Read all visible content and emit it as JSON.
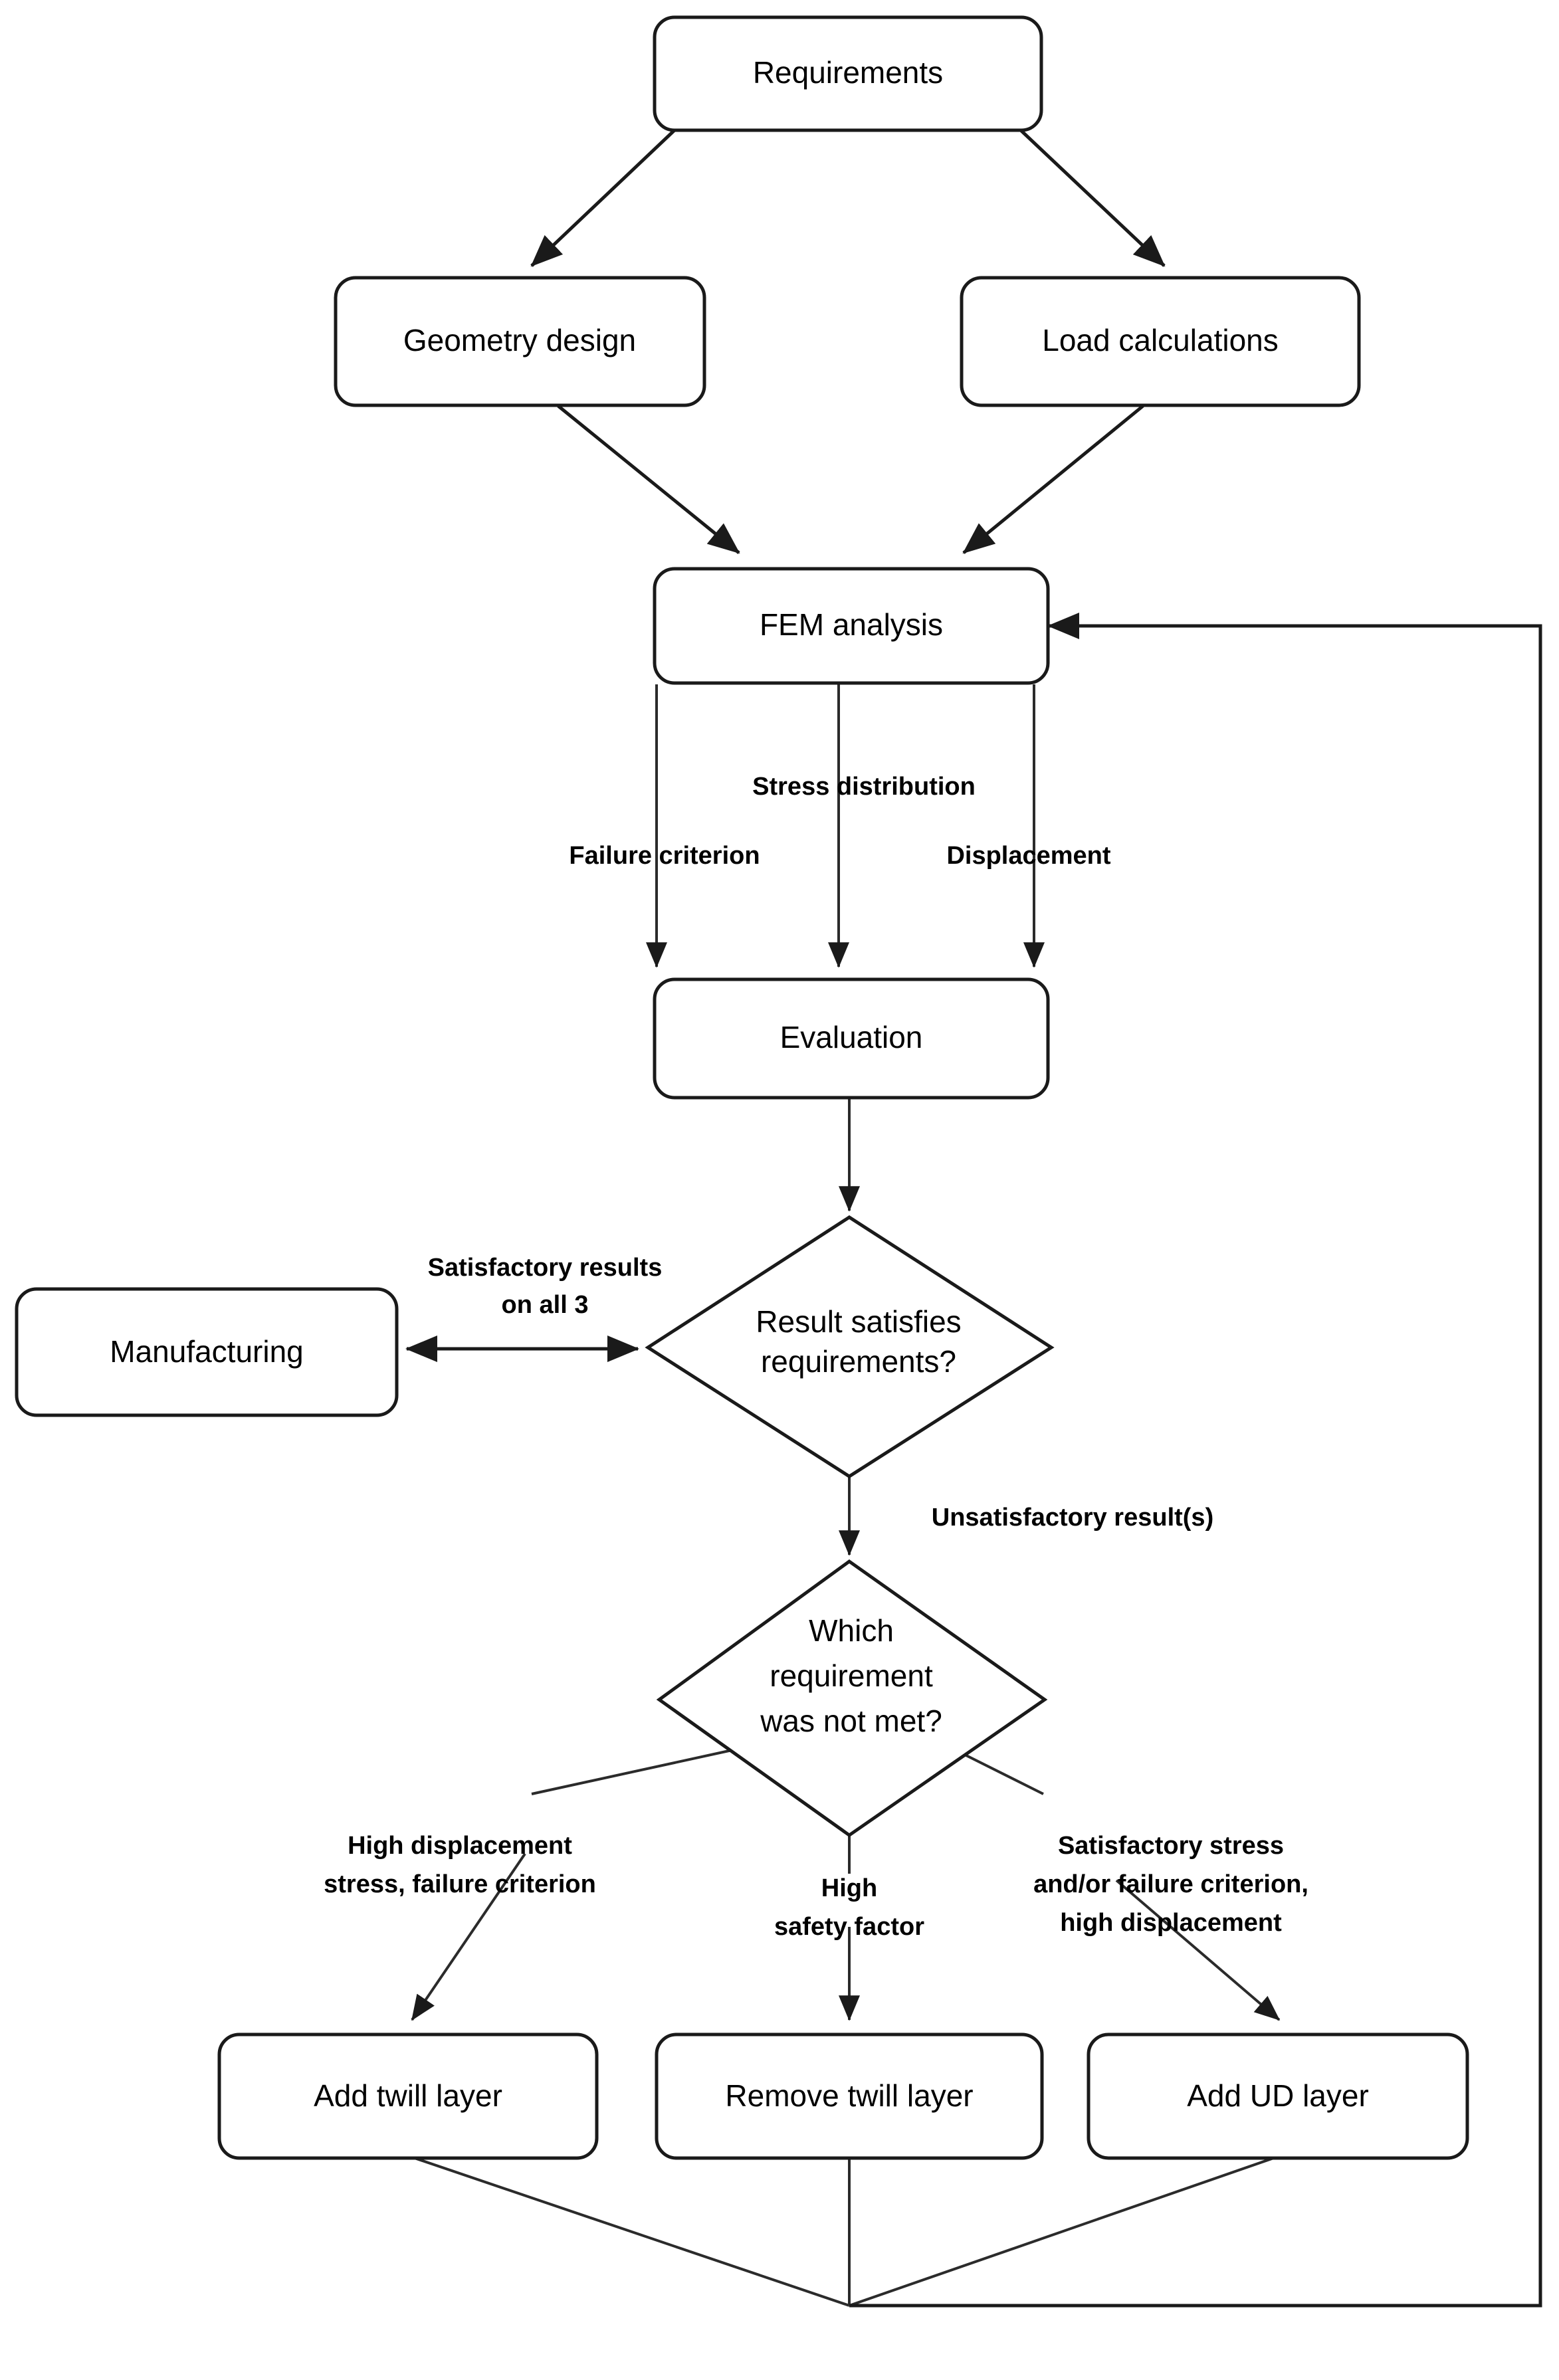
{
  "diagram": {
    "title": "Composite design iteration flowchart",
    "type": "flowchart",
    "colors": {
      "stroke": "#1a1a1a",
      "fill": "#ffffff",
      "text": "#000000",
      "background": "#ffffff"
    },
    "nodes": {
      "requirements": {
        "label": "Requirements",
        "shape": "rounded-rect"
      },
      "geometry_design": {
        "label": "Geometry design",
        "shape": "rounded-rect"
      },
      "load_calculations": {
        "label": "Load calculations",
        "shape": "rounded-rect"
      },
      "fem_analysis": {
        "label": "FEM analysis",
        "shape": "rounded-rect"
      },
      "evaluation": {
        "label": "Evaluation",
        "shape": "rounded-rect"
      },
      "manufacturing": {
        "label": "Manufacturing",
        "shape": "rounded-rect"
      },
      "decision_result": {
        "shape": "diamond",
        "line1": "Result satisfies",
        "line2": "requirements?"
      },
      "decision_requirement": {
        "shape": "diamond",
        "line1": "Which",
        "line2": "requirement",
        "line3": "was not met?"
      },
      "add_twill_layer": {
        "label": "Add twill layer",
        "shape": "rounded-rect"
      },
      "remove_twill_layer": {
        "label": "Remove twill layer",
        "shape": "rounded-rect"
      },
      "add_ud_layer": {
        "label": "Add UD layer",
        "shape": "rounded-rect"
      }
    },
    "edge_labels": {
      "failure_criterion": "Failure criterion",
      "stress_distribution": "Stress distribution",
      "displacement": "Displacement",
      "satisfactory_line1": "Satisfactory results",
      "satisfactory_line2": "on all 3",
      "unsatisfactory": "Unsatisfactory result(s)",
      "left_branch_line1": "High displacement",
      "left_branch_line2": "stress, failure criterion",
      "mid_branch_line1": "High",
      "mid_branch_line2": "safety factor",
      "right_branch_line1": "Satisfactory stress",
      "right_branch_line2": "and/or failure criterion,",
      "right_branch_line3": "high displacement"
    }
  }
}
